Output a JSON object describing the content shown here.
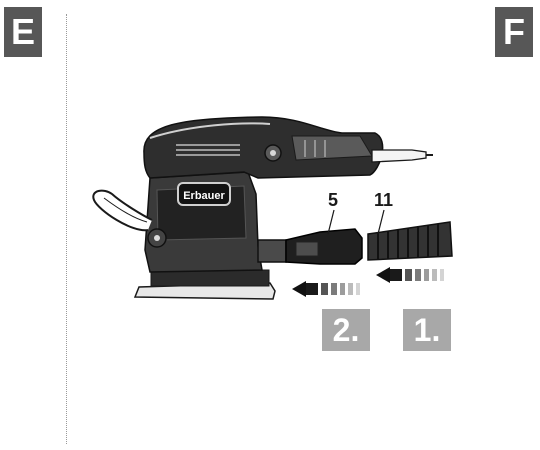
{
  "sections": {
    "left_label": "E",
    "right_label": "F"
  },
  "tool": {
    "brand_text": "Erbauer"
  },
  "callouts": {
    "adapter_number": "5",
    "hose_number": "11"
  },
  "steps": {
    "first_label": "1.",
    "second_label": "2."
  },
  "colors": {
    "section_badge": "#575757",
    "step_badge": "#a8a8a8",
    "line_art": "#1a1a1a"
  }
}
